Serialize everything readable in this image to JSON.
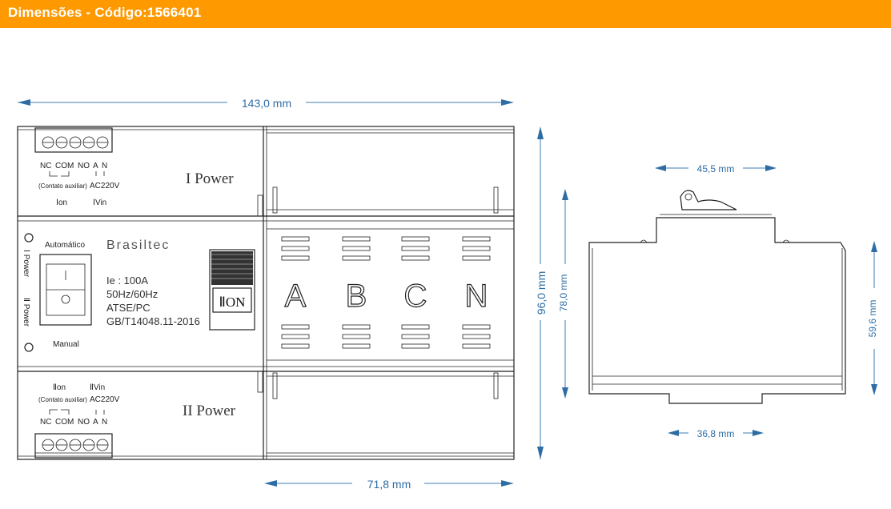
{
  "header": {
    "title": "Dimensões - Código:1566401"
  },
  "colors": {
    "header": "#FF9900",
    "dimension": "#2E6DA4",
    "outline": "#222222"
  },
  "front_view": {
    "power_top": "I Power",
    "power_bottom": "II Power",
    "brand": "Brasiltec",
    "mode_auto": "Automático",
    "mode_manual": "Manual",
    "switch_label": "ⅡON",
    "specs": [
      "Ie : 100A",
      "50Hz/60Hz",
      "ATSE/PC",
      "GB/T14048.11-2016"
    ],
    "phases": [
      "A",
      "B",
      "C",
      "N"
    ],
    "terminal_labels": [
      "NC",
      "COM",
      "NO",
      "A",
      "N"
    ],
    "aux_contact": "(Contato auxiliar)",
    "ac_voltage": "AC220V",
    "i_on": "Ⅰon",
    "i_vin": "ⅠVin",
    "ii_on": "Ⅱon",
    "ii_vin": "ⅡVin",
    "side_power_i": "Ⅰ Power",
    "side_power_ii": "Ⅱ Power"
  },
  "dimensions": {
    "total_width": "143,0 mm",
    "height": "96,0 mm",
    "lower_width": "71,8 mm",
    "side_top": "45,5 mm",
    "side_height": "78,0 mm",
    "side_right": "59,6 mm",
    "side_bottom": "36,8 mm"
  }
}
